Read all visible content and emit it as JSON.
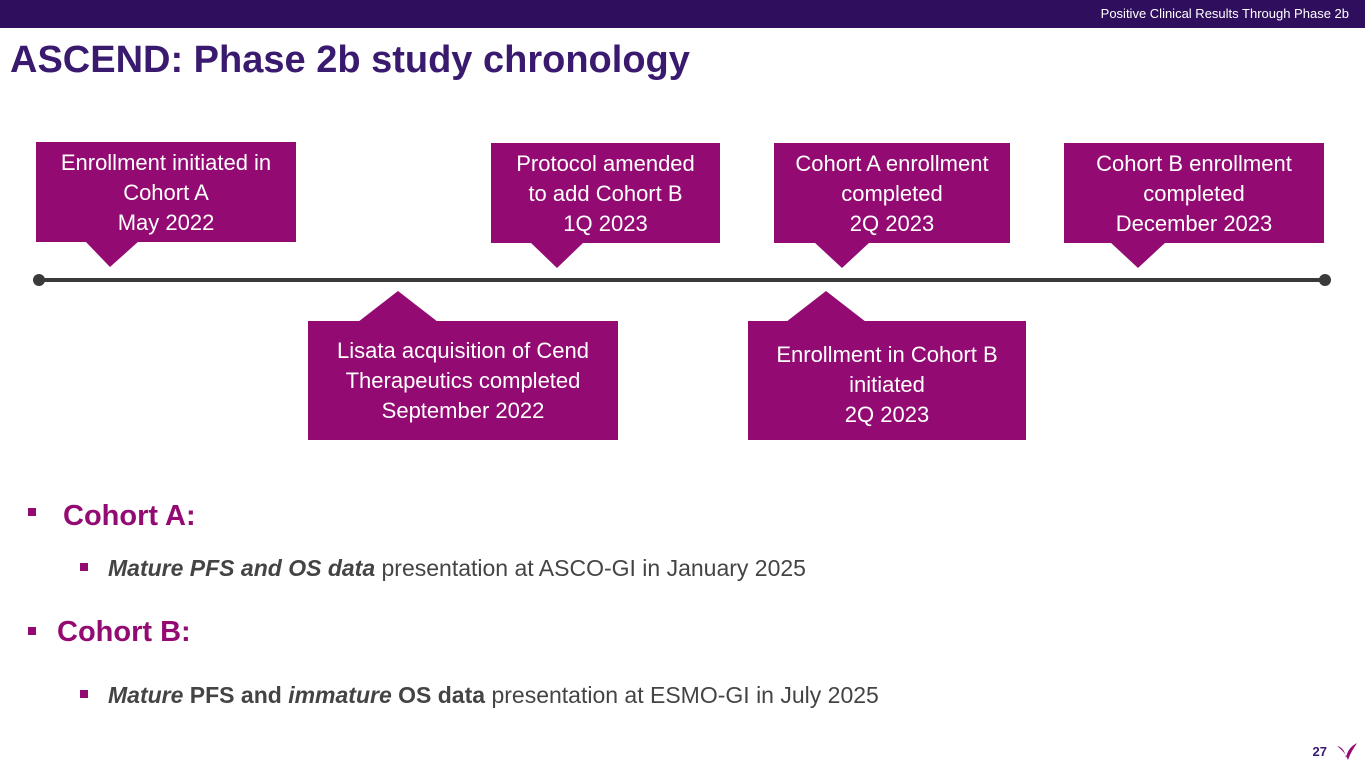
{
  "header": {
    "section_label": "Positive Clinical Results Through Phase 2b"
  },
  "slide": {
    "title": "ASCEND: Phase 2b study chronology",
    "page_number": "27"
  },
  "timeline": {
    "events_above": [
      {
        "lines": [
          "Enrollment initiated in",
          "Cohort A",
          "May 2022"
        ]
      },
      {
        "lines": [
          "Protocol amended",
          "to add Cohort B",
          "1Q 2023"
        ]
      },
      {
        "lines": [
          "Cohort A enrollment",
          "completed",
          "2Q 2023"
        ]
      },
      {
        "lines": [
          "Cohort B enrollment",
          "completed",
          "December 2023"
        ]
      }
    ],
    "events_below": [
      {
        "lines": [
          "Lisata acquisition of Cend",
          "Therapeutics completed",
          "September 2022"
        ]
      },
      {
        "lines": [
          "Enrollment in Cohort B",
          "initiated",
          "2Q 2023"
        ]
      }
    ]
  },
  "bullets": {
    "cohort_a": {
      "heading": "Cohort A:",
      "item": {
        "emphasis": "Mature PFS and OS data",
        "rest": " presentation at ASCO-GI in January 2025"
      }
    },
    "cohort_b": {
      "heading": "Cohort B:",
      "item": {
        "part1_em": "Mature",
        "part2_bold": " PFS and ",
        "part3_em": "immature",
        "part4_bold": " OS data",
        "rest": " presentation at ESMO-GI in July 2025"
      }
    }
  },
  "colors": {
    "header_bar": "#2f0f5d",
    "title": "#3a1a6e",
    "accent": "#930b72",
    "timeline_line": "#3a3a3a",
    "body_text": "#444444"
  }
}
